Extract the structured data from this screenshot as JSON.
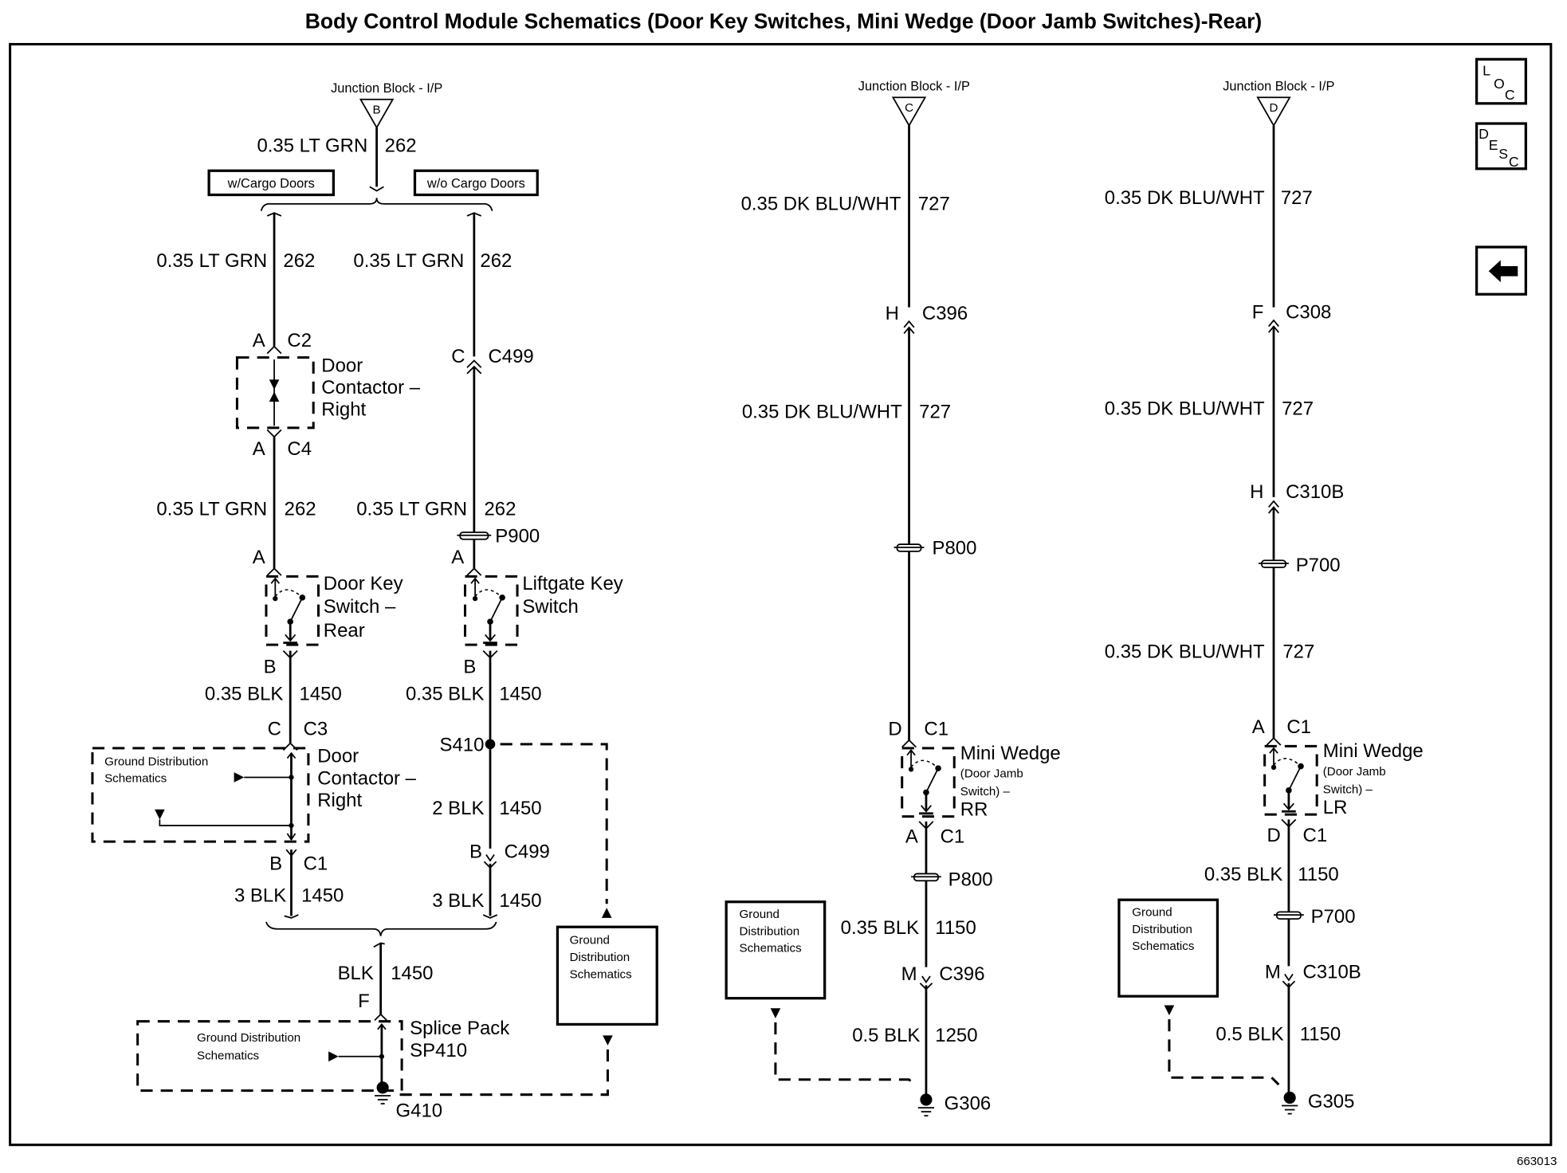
{
  "title": "Body Control Module Schematics (Door Key Switches, Mini Wedge (Door Jamb Switches)-Rear)",
  "figure_id": "663013",
  "nav_buttons": {
    "loc": {
      "l1": "L",
      "l2": "O",
      "l3": "C"
    },
    "desc": {
      "l1": "D",
      "l2": "E",
      "l3": "S",
      "l4": "C"
    },
    "back": "back-arrow"
  },
  "left_circuit": {
    "junction_label": "Junction Block - I/P",
    "junction_terminal": "B",
    "top_wire": {
      "gauge_color": "0.35 LT GRN",
      "circuit": "262"
    },
    "option_left": "w/Cargo Doors",
    "option_right": "w/o Cargo Doors",
    "branch_a": {
      "wire1": {
        "gauge_color": "0.35 LT GRN",
        "circuit": "262"
      },
      "c2_pin": "A",
      "c2": "C2",
      "door_contactor_1": [
        "Door",
        "Contactor –",
        "Right"
      ],
      "c4_pin": "A",
      "c4": "C4",
      "wire2": {
        "gauge_color": "0.35 LT GRN",
        "circuit": "262"
      },
      "switch_pin_top": "A",
      "switch_label": [
        "Door Key",
        "Switch –",
        "Rear"
      ],
      "switch_pin_bottom": "B",
      "wire3": {
        "gauge_color": "0.35 BLK",
        "circuit": "1450"
      },
      "c3_pin": "C",
      "c3": "C3",
      "door_contactor_2": [
        "Door",
        "Contactor –",
        "Right"
      ],
      "ground_ref": [
        "Ground Distribution",
        "Schematics"
      ],
      "c1_pin": "B",
      "c1": "C1",
      "wire4": {
        "gauge_color": "3 BLK",
        "circuit": "1450"
      }
    },
    "branch_b": {
      "wire1": {
        "gauge_color": "0.35 LT GRN",
        "circuit": "262"
      },
      "c499_pin": "C",
      "c499": "C499",
      "wire2": {
        "gauge_color": "0.35 LT GRN",
        "circuit": "262"
      },
      "pass_through": "P900",
      "switch_pin_top": "A",
      "switch_label": [
        "Liftgate Key",
        "Switch"
      ],
      "switch_pin_bottom": "B",
      "wire3": {
        "gauge_color": "0.35 BLK",
        "circuit": "1450"
      },
      "splice": "S410",
      "wire4": {
        "gauge_color": "2 BLK",
        "circuit": "1450"
      },
      "c499b_pin": "B",
      "c499b": "C499",
      "wire5": {
        "gauge_color": "3 BLK",
        "circuit": "1450"
      },
      "ground_ref": [
        "Ground",
        "Distribution",
        "Schematics"
      ]
    },
    "merge_wire": {
      "gauge_color": "BLK",
      "circuit": "1450"
    },
    "splice_pack_pin": "F",
    "splice_pack": [
      "Splice Pack",
      "SP410"
    ],
    "splice_pack_ground_ref": [
      "Ground Distribution",
      "Schematics"
    ],
    "ground": "G410"
  },
  "middle_circuit": {
    "junction_label": "Junction Block - I/P",
    "junction_terminal": "C",
    "wire1": {
      "gauge_color": "0.35 DK BLU/WHT",
      "circuit": "727"
    },
    "conn1_pin": "H",
    "conn1": "C396",
    "wire2": {
      "gauge_color": "0.35 DK BLU/WHT",
      "circuit": "727"
    },
    "pass_through1": "P800",
    "conn2_pin": "D",
    "conn2": "C1",
    "switch_label": [
      "Mini Wedge",
      "(Door Jamb",
      "Switch) –",
      "RR"
    ],
    "conn3_pin": "A",
    "conn3": "C1",
    "pass_through2": "P800",
    "wire3": {
      "gauge_color": "0.35 BLK",
      "circuit": "1150"
    },
    "conn4_pin": "M",
    "conn4": "C396",
    "wire4": {
      "gauge_color": "0.5 BLK",
      "circuit": "1250"
    },
    "ground_ref": [
      "Ground",
      "Distribution",
      "Schematics"
    ],
    "ground": "G306"
  },
  "right_circuit": {
    "junction_label": "Junction Block - I/P",
    "junction_terminal": "D",
    "wire1": {
      "gauge_color": "0.35 DK BLU/WHT",
      "circuit": "727"
    },
    "conn1_pin": "F",
    "conn1": "C308",
    "wire2": {
      "gauge_color": "0.35 DK BLU/WHT",
      "circuit": "727"
    },
    "conn2_pin": "H",
    "conn2": "C310B",
    "pass_through1": "P700",
    "wire3": {
      "gauge_color": "0.35 DK BLU/WHT",
      "circuit": "727"
    },
    "conn3_pin": "A",
    "conn3": "C1",
    "switch_label": [
      "Mini Wedge",
      "(Door Jamb",
      "Switch) –",
      "LR"
    ],
    "conn4_pin": "D",
    "conn4": "C1",
    "wire4": {
      "gauge_color": "0.35 BLK",
      "circuit": "1150"
    },
    "pass_through2": "P700",
    "conn5_pin": "M",
    "conn5": "C310B",
    "wire5": {
      "gauge_color": "0.5 BLK",
      "circuit": "1150"
    },
    "ground_ref": [
      "Ground",
      "Distribution",
      "Schematics"
    ],
    "ground": "G305"
  }
}
